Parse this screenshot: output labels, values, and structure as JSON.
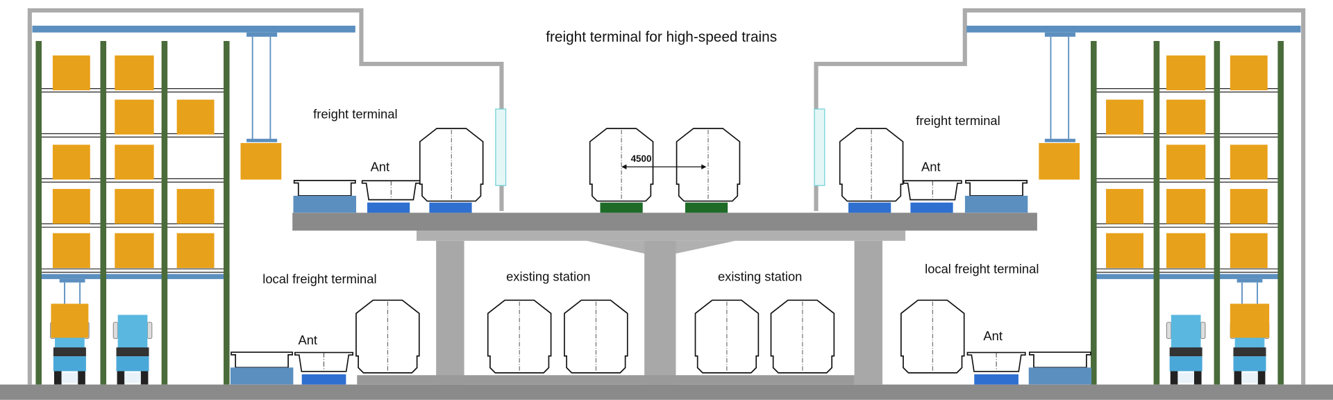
{
  "title": "freight terminal for high-speed trains",
  "labels": {
    "freight_terminal_left": "freight terminal",
    "freight_terminal_right": "freight terminal",
    "local_freight_terminal_left": "local freight terminal",
    "local_freight_terminal_right": "local freight terminal",
    "existing_station_left": "existing station",
    "existing_station_right": "existing station",
    "ant_upper_left": "Ant",
    "ant_upper_right": "Ant",
    "ant_lower_left": "Ant",
    "ant_lower_right": "Ant",
    "track_spacing": "4500"
  },
  "colors": {
    "cargo_box": "#e8a11a",
    "rack_column": "#4a6b3a",
    "crane_beam": "#5b8fbf",
    "ant_base": "#2f6fcf",
    "hst_base": "#1e6b28",
    "structure": "#8a8a8a"
  }
}
